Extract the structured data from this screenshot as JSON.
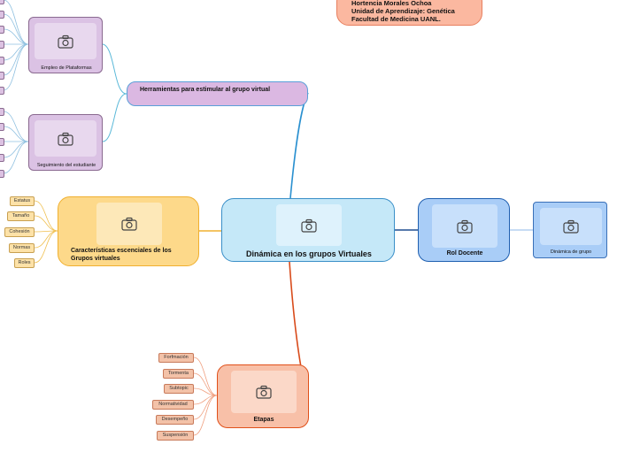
{
  "author_note": {
    "lines": [
      "Hortencia Morales Ochoa",
      "Unidad de Aprendizaje: Genética",
      "Facultad de Medicina UANL."
    ]
  },
  "central": {
    "label": "Dinámica en los grupos Virtuales",
    "color": "#c5e8f8",
    "border": "#3a8fc8"
  },
  "herramientas": {
    "label": "Herramientas para estimular al grupo virtual",
    "color": "#dbb8e2",
    "border": "#5aa0d8",
    "children": [
      {
        "label": "Empleo de Plataformas"
      },
      {
        "label": "Seguimiento del estudiante"
      }
    ]
  },
  "caracteristicas": {
    "label": "Características escenciales de los Grupos virtuales",
    "color": "#fdd98a",
    "border": "#f0b030",
    "leaves": [
      "Estatus",
      "Tamaño",
      "Cohesión",
      "Normas",
      "Roles"
    ]
  },
  "rol_docente": {
    "label": "Rol Docente",
    "color": "#a9cdf7",
    "border": "#1f5fb0",
    "children": [
      {
        "label": "Dinámica de grupo"
      }
    ]
  },
  "etapas": {
    "label": "Etapas",
    "color": "#f8c0a8",
    "border": "#e0501a",
    "leaves": [
      "Forfmación",
      "Tormenta",
      "Subtopic",
      "Normatividad",
      "Desempeño",
      "Suspensión"
    ]
  },
  "colors": {
    "purple_leaf": "#dcc2e2",
    "orange_leaf": "#f3c2a8",
    "yellow_leaf": "#fde2a8",
    "link_central": "#2a90d0",
    "link_etapas": "#d84a1a",
    "link_yellow": "#f0b030",
    "link_purple": "#5ab8d8",
    "link_navy": "#1f4f90",
    "link_light": "#8fb8e8"
  }
}
